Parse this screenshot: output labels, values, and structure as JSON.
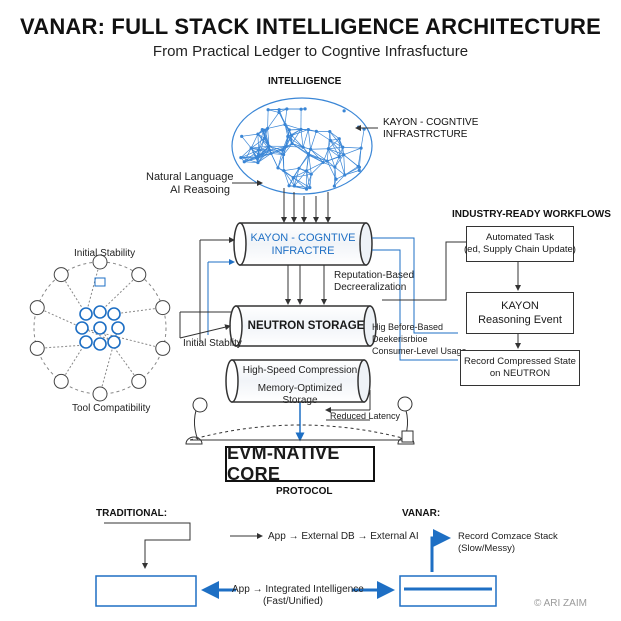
{
  "header": {
    "title": "VANAR: FULL STACK INTELLIGENCE ARCHITECTURE",
    "subtitle": "From Practical Ledger to Cogntive Infrasfucture"
  },
  "brain": {
    "heading": "INTELLIGENCE",
    "right_label": "KAYON - COGNTIVE\nINFRASTRCTURE",
    "left_label": "Natural Language\nAI Reasoing"
  },
  "layers": {
    "kayon": "KAYON - COGNTIVE\nINFRACTRE",
    "kayon_note": "Reputation-Based\nDecreeralization",
    "neutron": "NEUTRON STORAGE",
    "neutron_left_note": "Initial Stablity",
    "neutron_right_note": "Hig Before-Based\nDeekerisrbioe\nConsumer-Level Usage",
    "compression_line1": "High-Speed Compression",
    "compression_line2": "Memory-Optimized Storage",
    "latency_note": "Reduced Latency",
    "core": "EVM-NATIVE CORE",
    "core_caption": "PROTOCOL"
  },
  "network": {
    "top_label": "Initial Stability",
    "bottom_label": "Tool Compatibility"
  },
  "workflows": {
    "heading": "INDUSTRY-READY WORKFLOWS",
    "box1": "Automated Task\n(ed, Supply Chain Update)",
    "box2": "KAYON\nReasoning Event",
    "box3": "Record Compressed State\non NEUTRON"
  },
  "comparison": {
    "traditional_label": "TRADITIONAL:",
    "traditional_flow": "App → External DB → External AI",
    "vanar_label": "VANAR:",
    "vanar_note": "Record Comzace Stack\n(Slow/Messy)",
    "integrated_flow": "App → Integrated Intelligence\n(Fast/Unified)"
  },
  "watermark": "© ARI ZAIM",
  "colors": {
    "accent": "#1e6fc4",
    "line": "#333333",
    "brain": "#3a86d6"
  }
}
